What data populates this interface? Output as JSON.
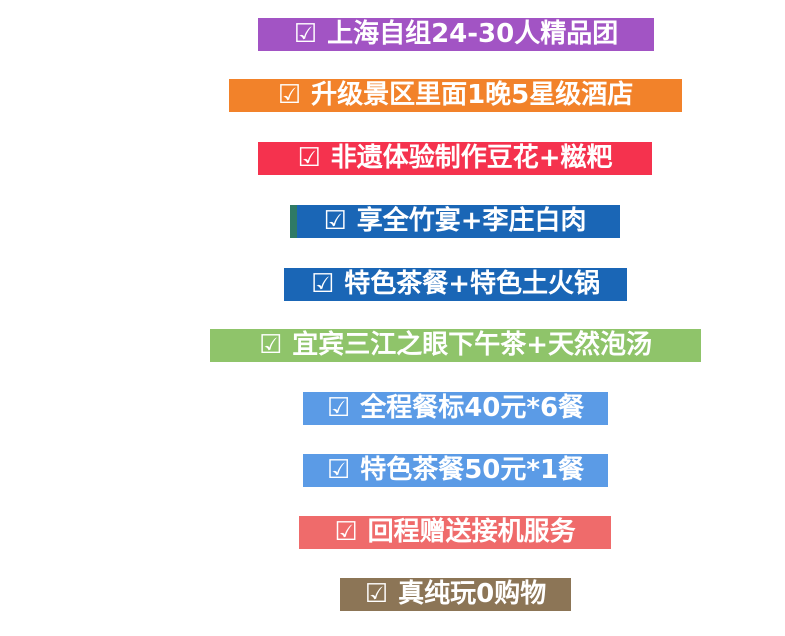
{
  "items": [
    {
      "check": "☑",
      "label": "上海自组24-30人精品团",
      "color": "#a254c4"
    },
    {
      "check": "☑",
      "label": "升级景区里面1晚5星级酒店",
      "color": "#f2822a"
    },
    {
      "check": "☑",
      "label": "非遗体验制作豆花+糍粑",
      "color": "#f5324e"
    },
    {
      "check": "☑",
      "label": "享全竹宴+李庄白肉",
      "color": "#1a66b6",
      "accent": "#2f7a66"
    },
    {
      "check": "☑",
      "label": "特色茶餐+特色土火锅",
      "color": "#1a66b6"
    },
    {
      "check": "☑",
      "label": "宜宾三江之眼下午茶+天然泡汤",
      "color": "#8fc46a"
    },
    {
      "check": "☑",
      "label": "全程餐标40元*6餐",
      "color": "#5b9be6"
    },
    {
      "check": "☑",
      "label": "特色茶餐50元*1餐",
      "color": "#5b9be6"
    },
    {
      "check": "☑",
      "label": "回程赠送接机服务",
      "color": "#ef6b6b"
    },
    {
      "check": "☑",
      "label": "真纯玩0购物",
      "color": "#8c7556"
    }
  ]
}
